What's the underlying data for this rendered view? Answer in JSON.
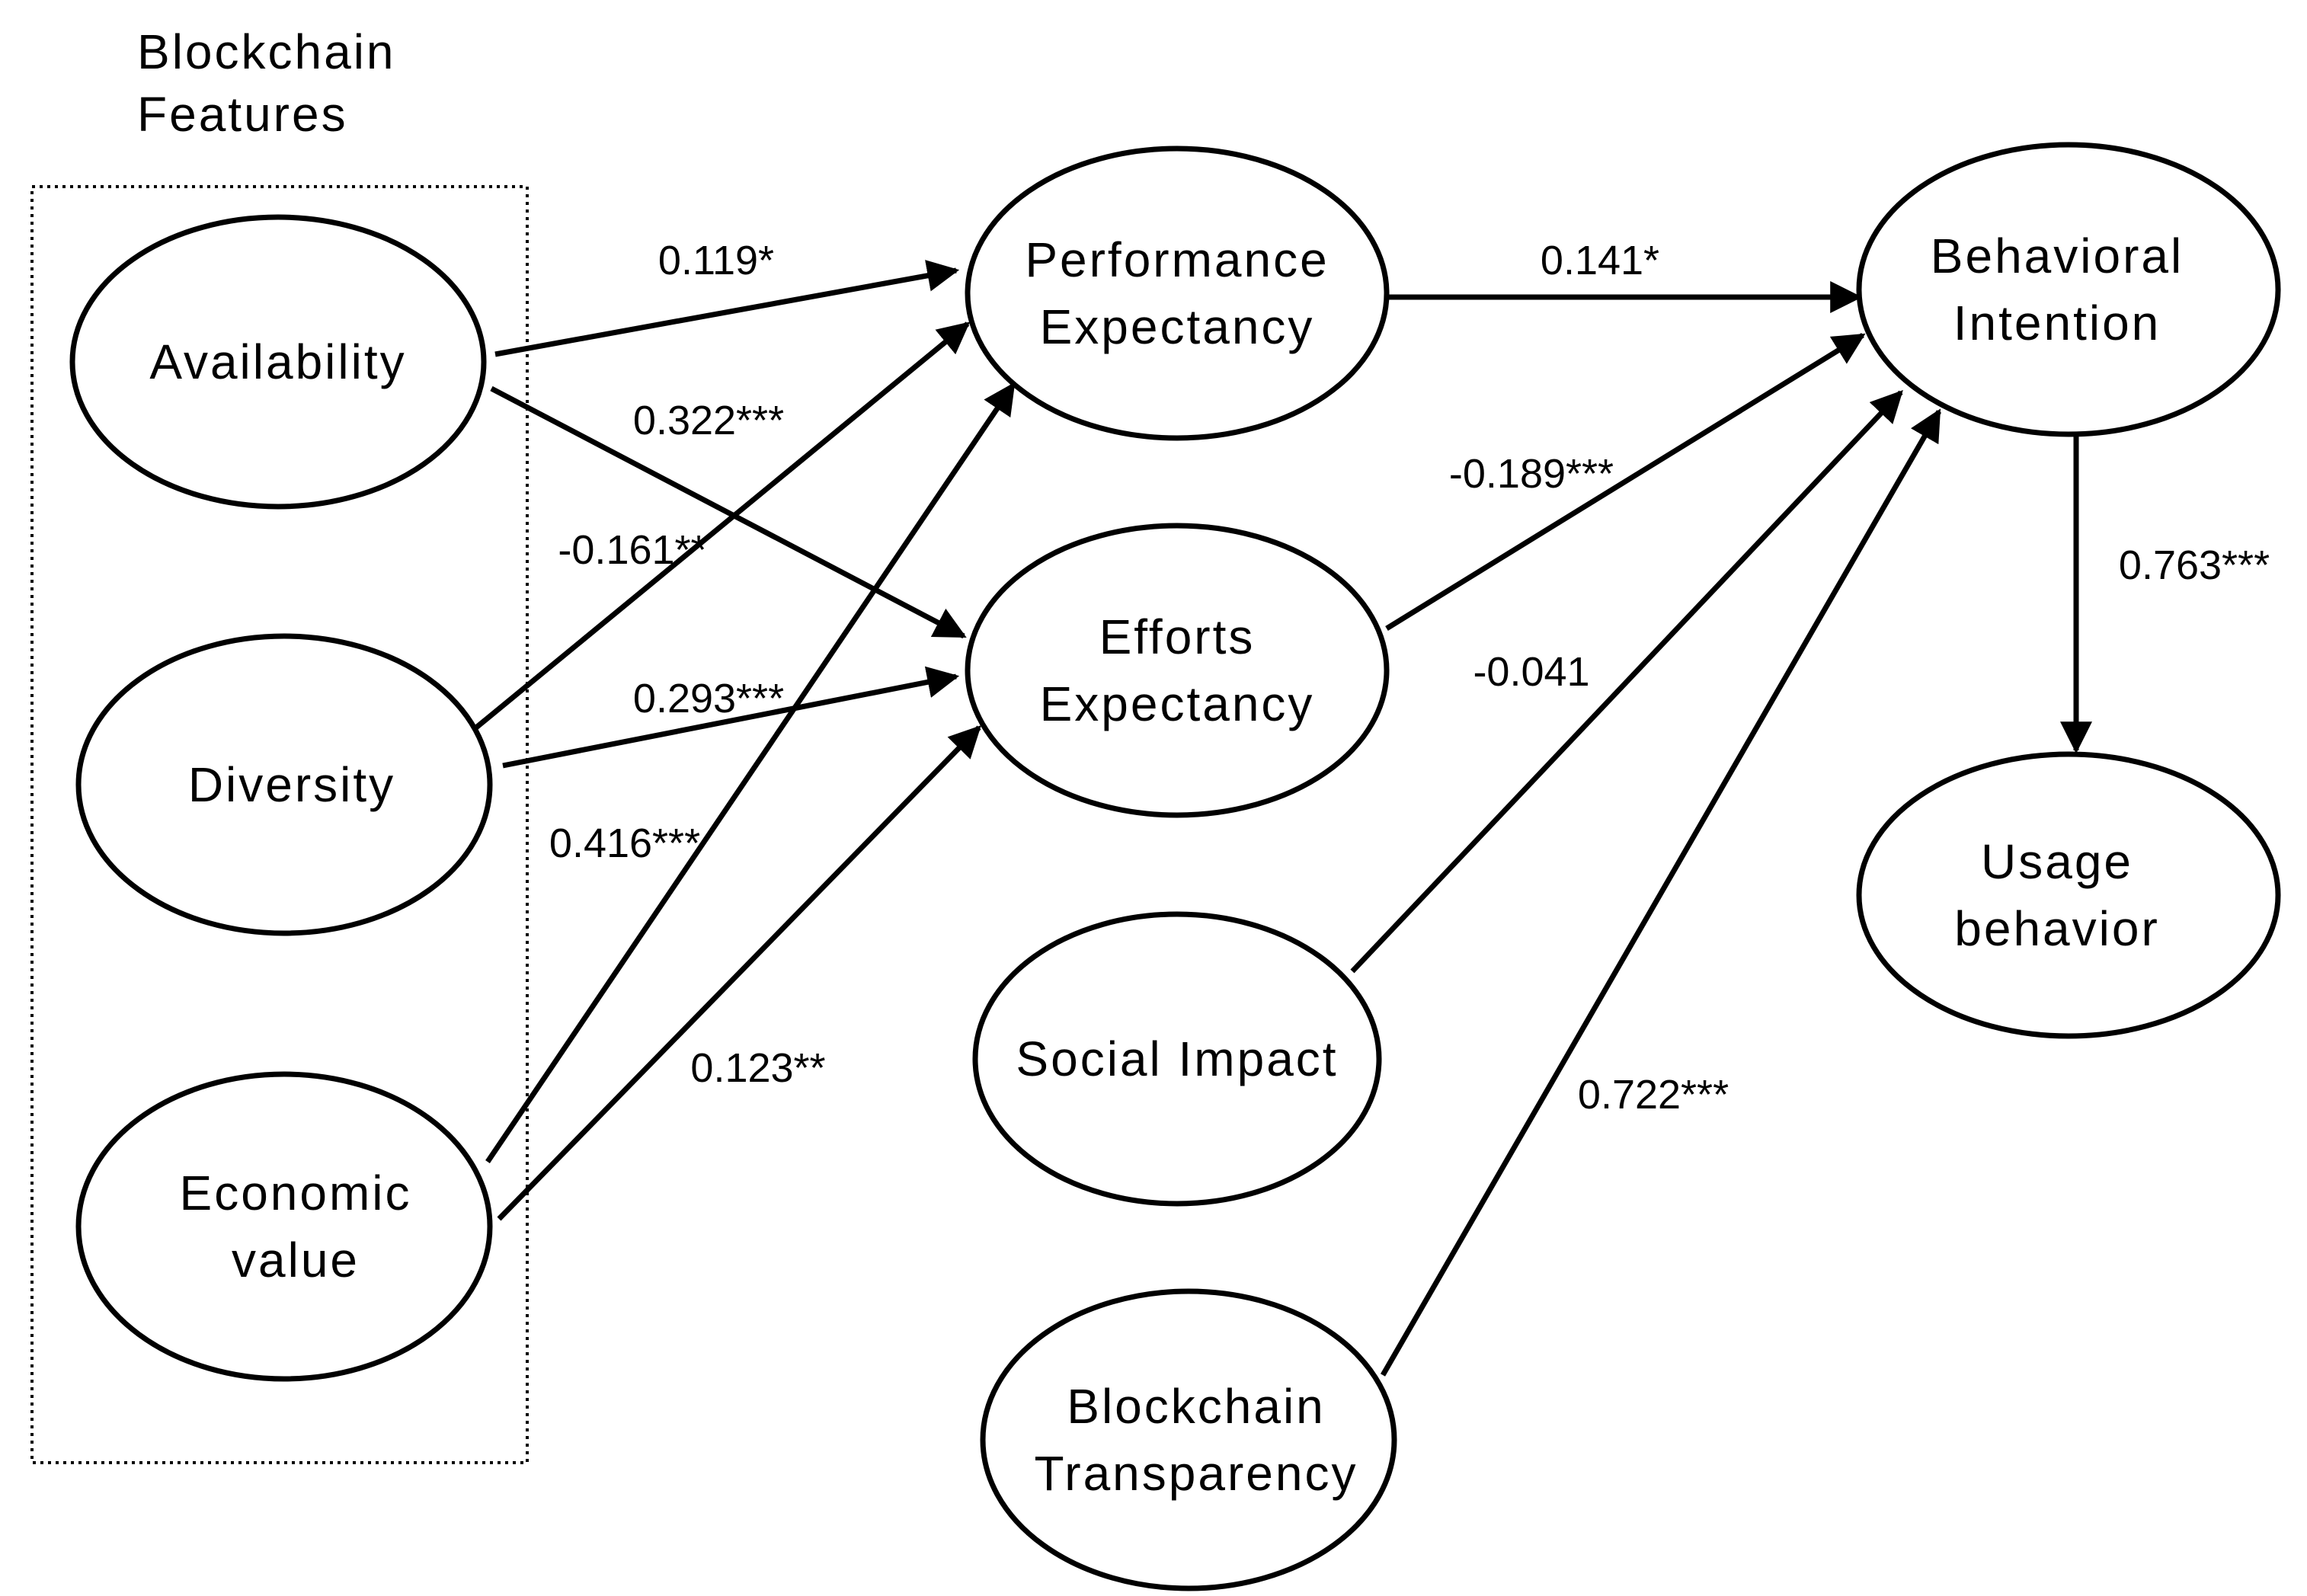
{
  "group": {
    "id": "blockchain-features",
    "label_lines": [
      "Blockchain",
      "Features"
    ]
  },
  "nodes": [
    {
      "id": "availability",
      "label_lines": [
        "Availability"
      ]
    },
    {
      "id": "diversity",
      "label_lines": [
        "Diversity"
      ]
    },
    {
      "id": "economic-value",
      "label_lines": [
        "Economic",
        "value"
      ]
    },
    {
      "id": "performance-expectancy",
      "label_lines": [
        "Performance",
        "Expectancy"
      ]
    },
    {
      "id": "efforts-expectancy",
      "label_lines": [
        "Efforts",
        "Expectancy"
      ]
    },
    {
      "id": "social-impact",
      "label_lines": [
        "Social Impact"
      ]
    },
    {
      "id": "blockchain-transparency",
      "label_lines": [
        "Blockchain",
        "Transparency"
      ]
    },
    {
      "id": "behavioral-intention",
      "label_lines": [
        "Behavioral",
        "Intention"
      ]
    },
    {
      "id": "usage-behavior",
      "label_lines": [
        "Usage",
        "behavior"
      ]
    }
  ],
  "edges": [
    {
      "from": "availability",
      "to": "performance-expectancy",
      "label": "0.119*"
    },
    {
      "from": "availability",
      "to": "efforts-expectancy",
      "label": "0.322***"
    },
    {
      "from": "diversity",
      "to": "performance-expectancy",
      "label": "-0.161**"
    },
    {
      "from": "diversity",
      "to": "efforts-expectancy",
      "label": "0.293***"
    },
    {
      "from": "economic-value",
      "to": "performance-expectancy",
      "label": "0.416***"
    },
    {
      "from": "economic-value",
      "to": "efforts-expectancy",
      "label": "0.123**"
    },
    {
      "from": "performance-expectancy",
      "to": "behavioral-intention",
      "label": "0.141*"
    },
    {
      "from": "efforts-expectancy",
      "to": "behavioral-intention",
      "label": "-0.189***"
    },
    {
      "from": "social-impact",
      "to": "behavioral-intention",
      "label": "-0.041"
    },
    {
      "from": "blockchain-transparency",
      "to": "behavioral-intention",
      "label": "0.722***"
    },
    {
      "from": "behavioral-intention",
      "to": "usage-behavior",
      "label": "0.763***"
    }
  ]
}
